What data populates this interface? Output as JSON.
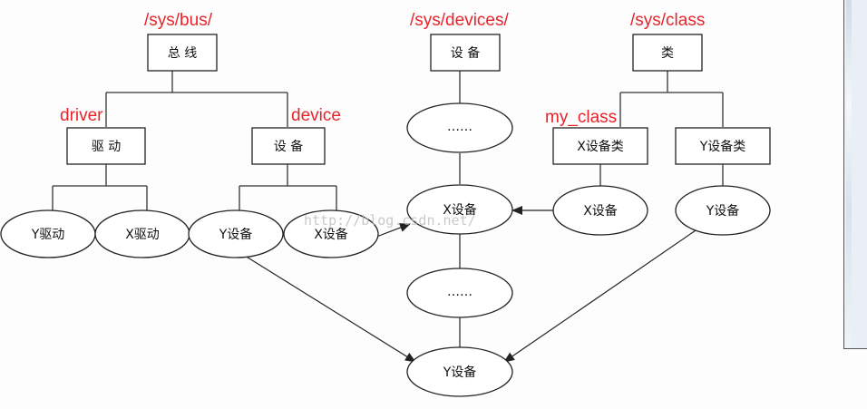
{
  "labels": {
    "sys_bus": "/sys/bus/",
    "sys_devices": "/sys/devices/",
    "sys_class": "/sys/class",
    "driver": "driver",
    "device": "device",
    "my_class": "my_class"
  },
  "nodes": {
    "bus": "总 线",
    "bus_driver": "驱 动",
    "bus_device": "设 备",
    "y_driver": "Y驱动",
    "x_driver": "X驱动",
    "bus_y_device": "Y设备",
    "bus_x_device": "X设备",
    "devices_root": "设 备",
    "devices_dots_top": "……",
    "devices_x_device": "X设备",
    "devices_dots_bottom": "……",
    "devices_y_device": "Y设备",
    "class_root": "类",
    "x_device_class": "X设备类",
    "y_device_class": "Y设备类",
    "class_x_device": "X设备",
    "class_y_device": "Y设备"
  },
  "watermark": "http://blog.csdn.net/",
  "colors": {
    "label": "#e8242a",
    "stroke": "#222222"
  }
}
